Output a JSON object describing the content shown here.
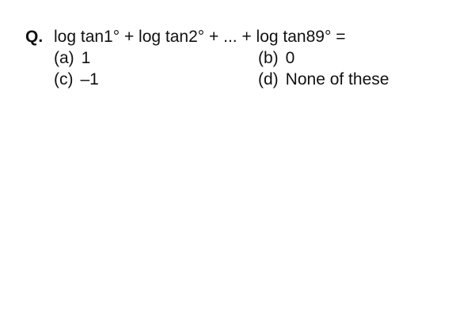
{
  "question": {
    "label": "Q.",
    "stem": "log tan1° + log tan2° + ... + log tan89° =",
    "options": [
      {
        "letter": "(a)",
        "text": "1"
      },
      {
        "letter": "(b)",
        "text": "0"
      },
      {
        "letter": "(c)",
        "text": "–1"
      },
      {
        "letter": "(d)",
        "text": "None of these"
      }
    ]
  }
}
